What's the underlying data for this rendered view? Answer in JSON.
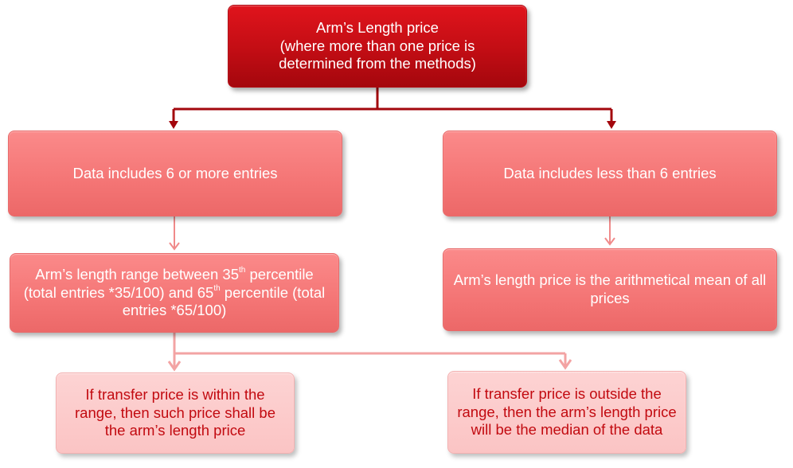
{
  "top": {
    "line1": "Arm’s Length price",
    "line2": "(where more than one price is",
    "line3": "determined from the methods)"
  },
  "left": {
    "condition": "Data includes 6 or more entries",
    "range": {
      "part1": "Arm’s length range between 35",
      "sup1": "th",
      "part2": " percentile (total entries *35/100) and 65",
      "sup2": "th",
      "part3": " percentile (total entries *65/100)"
    }
  },
  "right": {
    "condition": "Data includes less than 6 entries",
    "result": "Arm’s length price is the arithmetical mean of all prices"
  },
  "outcomes": {
    "within": "If transfer price is within the range, then such price shall be the arm’s length price",
    "outside": "If transfer price is outside the range, then the arm’s length price will be the median of the data"
  },
  "colors": {
    "top_fill": "#c20d14",
    "mid_fill": "#f47575",
    "bottom_fill": "#fbc4c4",
    "dark_connector": "#a3070d",
    "light_connector": "#f08a8a"
  }
}
